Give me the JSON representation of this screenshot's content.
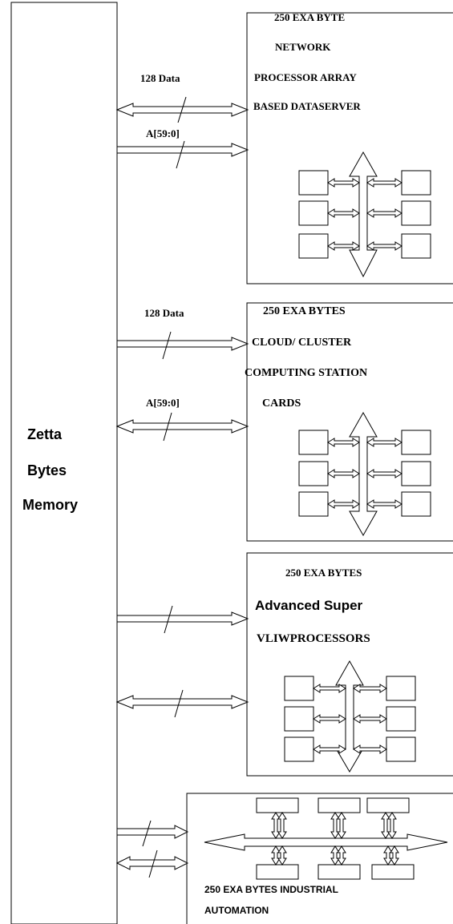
{
  "memory": {
    "line1": "Zetta",
    "line2": "Bytes",
    "line3": "Memory"
  },
  "block1": {
    "lines": [
      "250 EXA BYTE",
      "NETWORK",
      "PROCESSOR ARRAY",
      "BASED DATASERVER"
    ],
    "data_bus_label": "128 Data",
    "addr_bus_label": "A[59:0]"
  },
  "block2": {
    "lines": [
      "250 EXA BYTES",
      "CLOUD/ CLUSTER",
      "COMPUTING STATION",
      "CARDS"
    ],
    "data_bus_label": "128 Data",
    "addr_bus_label": "A[59:0]"
  },
  "block3": {
    "line1": "250 EXA BYTES",
    "line2": "Advanced Super",
    "line3": "VLIWPROCESSORS"
  },
  "block4": {
    "line1": "250 EXA BYTES INDUSTRIAL",
    "line2": "AUTOMATION"
  }
}
